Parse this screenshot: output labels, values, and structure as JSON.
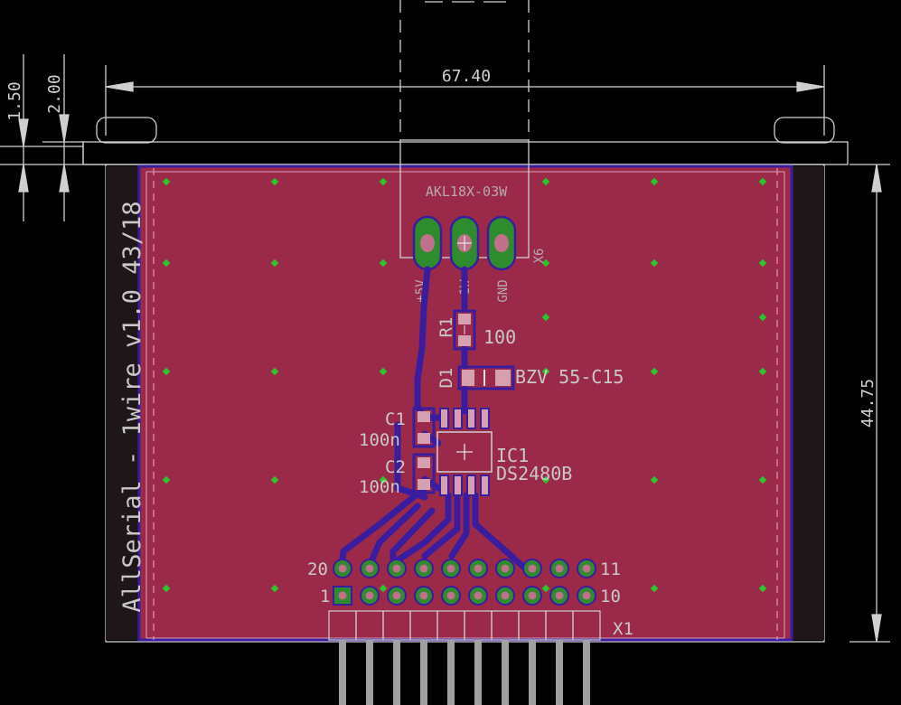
{
  "dimensions": {
    "width_mm": "67.40",
    "height_mm": "44.75",
    "offset_a": "1.50",
    "offset_b": "2.00"
  },
  "board": {
    "vertical_label": "AllSerial - 1wire v1.0 43/18"
  },
  "connector_x6": {
    "part": "AKL18X-03W",
    "name": "X6",
    "pins": [
      "+5V",
      "1W",
      "GND"
    ]
  },
  "components": {
    "r1": {
      "name": "R1",
      "value": "100"
    },
    "d1": {
      "name": "D1",
      "value": "BZV 55-C15"
    },
    "c1": {
      "name": "C1",
      "value": "100n"
    },
    "c2": {
      "name": "C2",
      "value": "100n"
    },
    "ic1": {
      "name": "IC1",
      "value": "DS2480B"
    }
  },
  "header_x1": {
    "name": "X1",
    "pin_labels": {
      "top_left": "20",
      "top_right": "11",
      "bottom_left": "1",
      "bottom_right": "10"
    }
  },
  "colors": {
    "background": "#000000",
    "board_fill": "#9b2a4a",
    "copper_bottom": "#3a1d9e",
    "pad_green": "#2e8b2e",
    "via_green": "#28c828",
    "dimension_line": "#cfcfcf"
  }
}
